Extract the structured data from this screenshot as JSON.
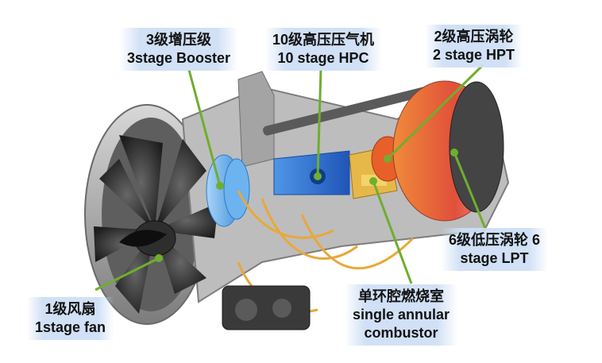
{
  "labels": {
    "booster": {
      "zh": "3级增压级",
      "en": "3stage Booster"
    },
    "hpc": {
      "zh": "10级高压压气机",
      "en": "10 stage HPC"
    },
    "hpt": {
      "zh": "2级高压涡轮",
      "en": "2 stage HPT"
    },
    "lpt": {
      "zh": "6级低压涡轮 6",
      "en": "stage LPT"
    },
    "fan": {
      "zh": "1级风扇",
      "en": "1stage fan"
    },
    "combustor": {
      "zh": "单环腔燃烧室",
      "en": "single annular",
      "en2": "combustor"
    }
  },
  "colors": {
    "leader": "#6fae2e",
    "label_bg": "#cddef5",
    "casing": "#9a9a9a",
    "fan": "#3a3a3a",
    "booster": "#5aa7e8",
    "hpc": "#2a6fd0",
    "hpt": "#e8622a",
    "lpt": "#e0605a",
    "wiring": "#e8a83a"
  }
}
